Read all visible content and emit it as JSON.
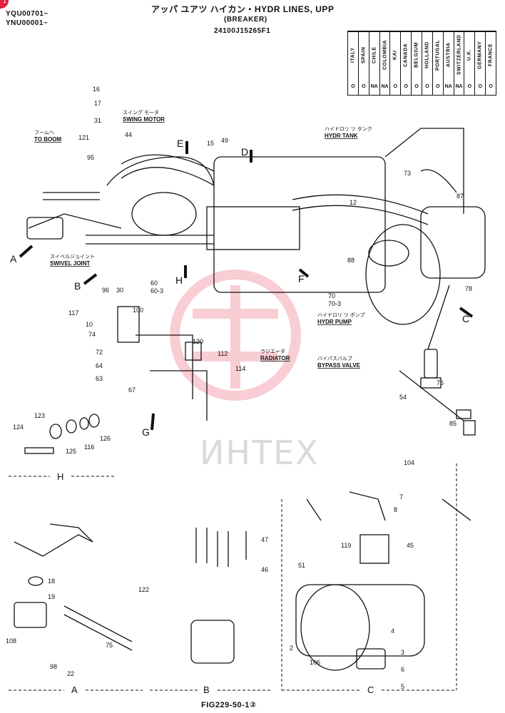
{
  "header": {
    "corner_badge": "1",
    "serial_1": "YQU00701~",
    "serial_2": "YNU00001~",
    "title": "アッパ ユアツ ハイカン・HYDR LINES, UPP",
    "subtitle": "(BREAKER)",
    "part_number": "24100J15265F1"
  },
  "countries": [
    {
      "name": "ITALY",
      "value": "O"
    },
    {
      "name": "SPAIN",
      "value": "O"
    },
    {
      "name": "CHILE",
      "value": "NA"
    },
    {
      "name": "COLOMBIA",
      "value": "NA"
    },
    {
      "name": "KAI",
      "value": "O"
    },
    {
      "name": "CANADA",
      "value": "O"
    },
    {
      "name": "BELGIUM",
      "value": "O"
    },
    {
      "name": "HOLLAND",
      "value": "O"
    },
    {
      "name": "PORTUGAL",
      "value": "O"
    },
    {
      "name": "AUSTRIA",
      "value": "NA"
    },
    {
      "name": "SWITZERLAND",
      "value": "NA"
    },
    {
      "name": "U.K.",
      "value": "O"
    },
    {
      "name": "GERMANY",
      "value": "O"
    },
    {
      "name": "FRANCE",
      "value": "O"
    }
  ],
  "component_labels": [
    {
      "jp": "フームへ",
      "en": "TO BOOM"
    },
    {
      "jp": "スイング モータ",
      "en": "SWING MOTOR"
    },
    {
      "jp": "ハイドロリ ツ タンク",
      "en": "HYDR TANK"
    },
    {
      "jp": "スイベルジョイント",
      "en": "SWIVEL JOINT"
    },
    {
      "jp": "ハイドロリ ツ ポンプ",
      "en": "HYDR PUMP"
    },
    {
      "jp": "ラジエータ",
      "en": "RADIATOR"
    },
    {
      "jp": "バイパスバルブ",
      "en": "BYPASS VALVE"
    }
  ],
  "view_arrows": [
    "A",
    "B",
    "C",
    "D",
    "E",
    "F",
    "G",
    "H"
  ],
  "part_callouts": [
    "16",
    "17",
    "31",
    "121",
    "44",
    "95",
    "15",
    "49",
    "73",
    "87",
    "12",
    "88",
    "60",
    "60-3",
    "96",
    "30",
    "70",
    "70-3",
    "78",
    "117",
    "10",
    "100",
    "74",
    "72",
    "64",
    "63",
    "67",
    "120",
    "112",
    "114",
    "54",
    "85",
    "76",
    "123",
    "124",
    "125",
    "116",
    "126",
    "104",
    "7",
    "8",
    "45",
    "119",
    "51",
    "4",
    "2",
    "106",
    "3",
    "6",
    "5",
    "18",
    "19",
    "108",
    "98",
    "22",
    "75",
    "122",
    "47",
    "46"
  ],
  "detail_groups": [
    "A",
    "B",
    "C",
    "H"
  ],
  "watermark": "ИНТЕХ",
  "figure_id": "FIG229-50-1②"
}
